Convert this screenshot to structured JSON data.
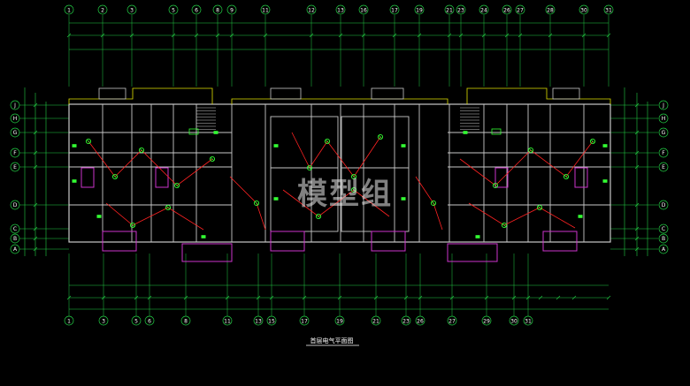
{
  "drawing": {
    "title": "首层电气平面图",
    "watermark": "模型组",
    "top_axes": [
      "1",
      "2",
      "3",
      "5",
      "6",
      "8",
      "9",
      "11",
      "12",
      "13",
      "16",
      "17",
      "19",
      "21",
      "23",
      "24",
      "26",
      "27",
      "28",
      "30",
      "31"
    ],
    "bottom_axes": [
      "1",
      "3",
      "5",
      "6",
      "8",
      "11",
      "13",
      "15",
      "17",
      "19",
      "21",
      "23",
      "26",
      "27",
      "29",
      "30",
      "31"
    ],
    "left_axes": [
      "J",
      "H",
      "G",
      "F",
      "E",
      "D",
      "C",
      "B",
      "A"
    ],
    "right_axes": [
      "J",
      "H",
      "G",
      "F",
      "E",
      "D",
      "C",
      "B",
      "A"
    ]
  },
  "colors": {
    "background": "#000000",
    "axis_lines": "#22cc44",
    "walls": "#c8c8c8",
    "wiring": "#ff2222",
    "fixtures": "#33ff33",
    "balcony": "#cc33cc",
    "roof_edge": "#e0e000",
    "annotation": "#ffffff",
    "dimension_text": "#bbbbbb"
  }
}
